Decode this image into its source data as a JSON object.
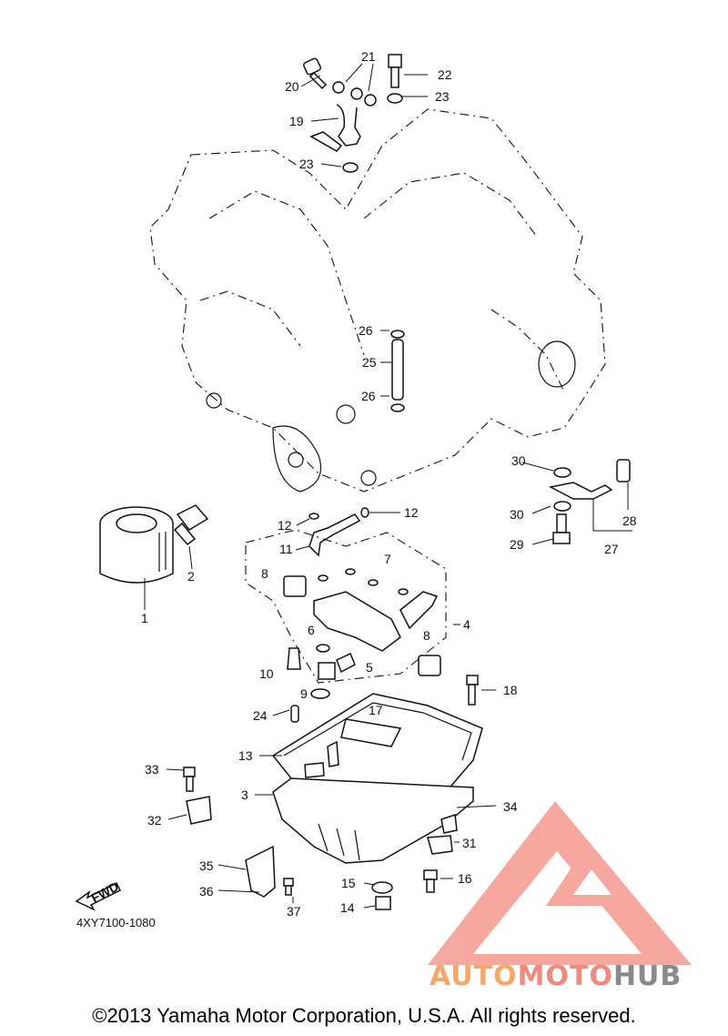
{
  "callouts": [
    {
      "id": "n1",
      "text": "1"
    },
    {
      "id": "n2",
      "text": "2"
    },
    {
      "id": "n3",
      "text": "3"
    },
    {
      "id": "n4",
      "text": "4"
    },
    {
      "id": "n5",
      "text": "5"
    },
    {
      "id": "n6",
      "text": "6"
    },
    {
      "id": "n7",
      "text": "7"
    },
    {
      "id": "n8a",
      "text": "8"
    },
    {
      "id": "n8b",
      "text": "8"
    },
    {
      "id": "n9",
      "text": "9"
    },
    {
      "id": "n10",
      "text": "10"
    },
    {
      "id": "n11",
      "text": "11"
    },
    {
      "id": "n12a",
      "text": "12"
    },
    {
      "id": "n12b",
      "text": "12"
    },
    {
      "id": "n13",
      "text": "13"
    },
    {
      "id": "n14",
      "text": "14"
    },
    {
      "id": "n15",
      "text": "15"
    },
    {
      "id": "n16",
      "text": "16"
    },
    {
      "id": "n17",
      "text": "17"
    },
    {
      "id": "n18",
      "text": "18"
    },
    {
      "id": "n19",
      "text": "19"
    },
    {
      "id": "n20",
      "text": "20"
    },
    {
      "id": "n21",
      "text": "21"
    },
    {
      "id": "n22",
      "text": "22"
    },
    {
      "id": "n23a",
      "text": "23"
    },
    {
      "id": "n23b",
      "text": "23"
    },
    {
      "id": "n24",
      "text": "24"
    },
    {
      "id": "n25",
      "text": "25"
    },
    {
      "id": "n26a",
      "text": "26"
    },
    {
      "id": "n26b",
      "text": "26"
    },
    {
      "id": "n27",
      "text": "27"
    },
    {
      "id": "n28",
      "text": "28"
    },
    {
      "id": "n29",
      "text": "29"
    },
    {
      "id": "n30a",
      "text": "30"
    },
    {
      "id": "n30b",
      "text": "30"
    },
    {
      "id": "n31",
      "text": "31"
    },
    {
      "id": "n32",
      "text": "32"
    },
    {
      "id": "n33",
      "text": "33"
    },
    {
      "id": "n34",
      "text": "34"
    },
    {
      "id": "n35",
      "text": "35"
    },
    {
      "id": "n36",
      "text": "36"
    },
    {
      "id": "n37",
      "text": "37"
    }
  ],
  "fwd_label": "FWD",
  "diagram_code": "4XY7100-1080",
  "copyright": "©2013 Yamaha Motor Corporation, U.S.A. All rights reserved.",
  "watermark": {
    "part1": "AUTO",
    "part2": "MOTO",
    "part3": "HUB",
    "color_triangle": "#f59a8f",
    "color_auto": "#f4a96b",
    "color_moto": "#f08a7e",
    "color_hub": "#8a8a8a"
  }
}
